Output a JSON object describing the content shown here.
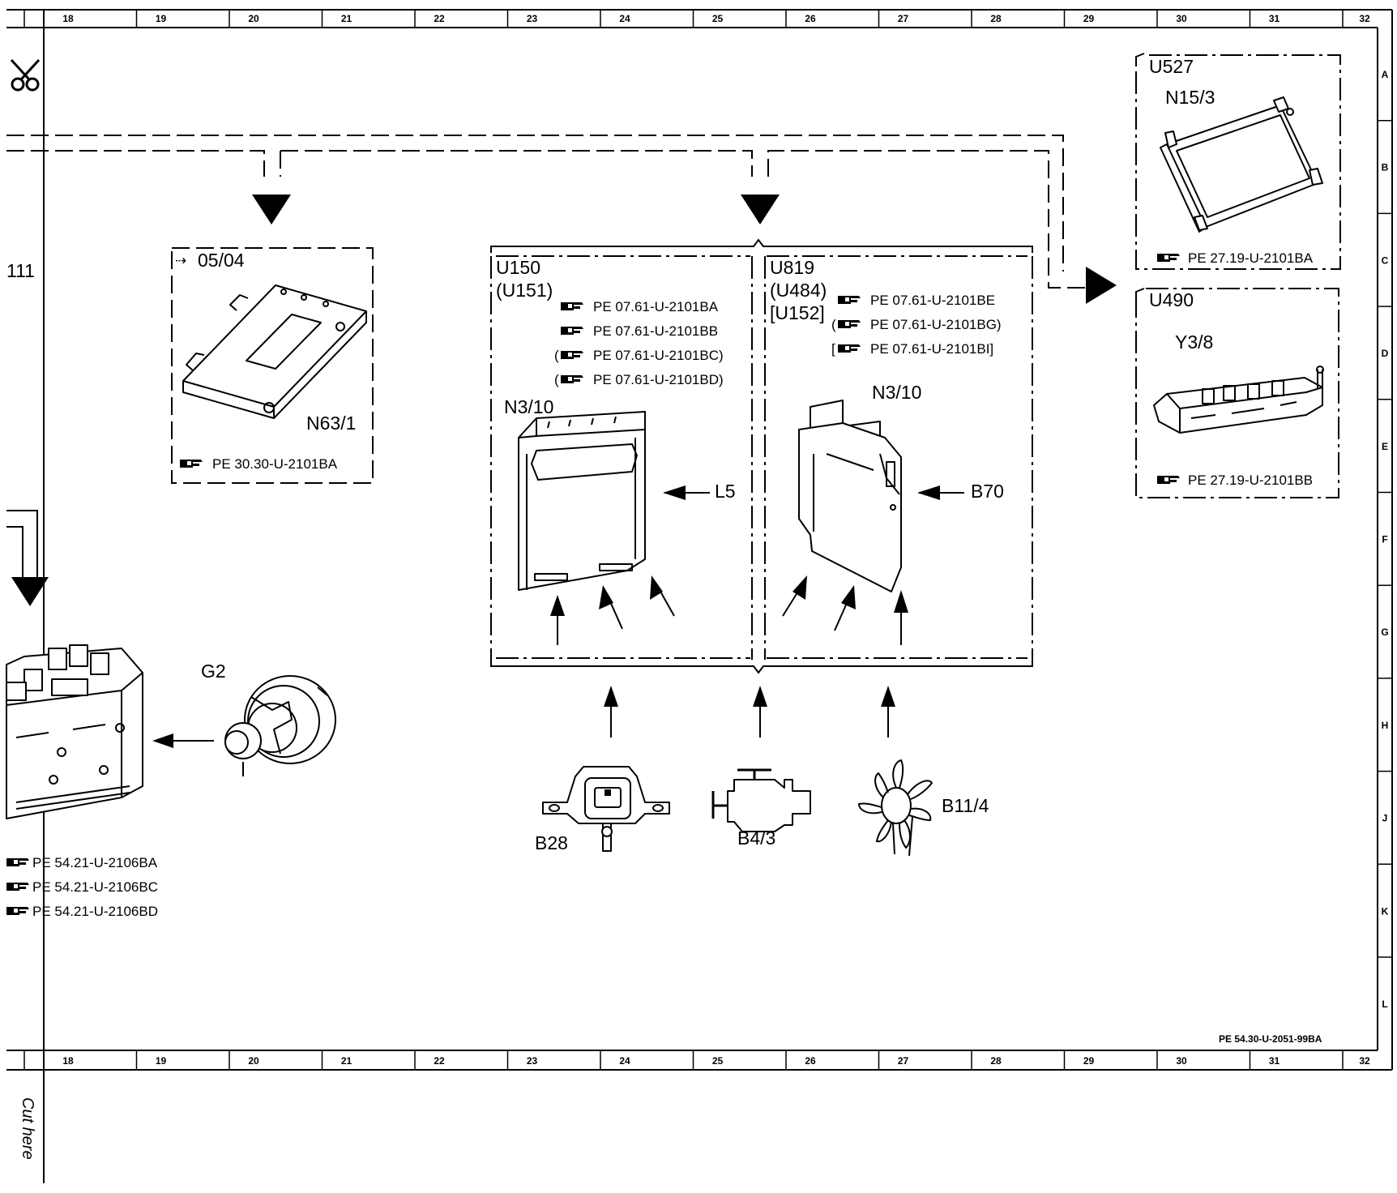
{
  "grid": {
    "columns": [
      "18",
      "19",
      "20",
      "21",
      "22",
      "23",
      "24",
      "25",
      "26",
      "27",
      "28",
      "29",
      "30",
      "31",
      "32"
    ],
    "rows": [
      "A",
      "B",
      "C",
      "D",
      "E",
      "F",
      "G",
      "H",
      "J",
      "K",
      "L"
    ]
  },
  "page_number_left": "111",
  "doc_ref": "PE 54.30-U-2051-99BA",
  "cut_here": "Cut here",
  "box_n63": {
    "date": "05/04",
    "component": "N63/1",
    "refs": [
      "PE 30.30-U-2101BA"
    ]
  },
  "box_u150": {
    "codes": [
      "U150",
      "(U151)"
    ],
    "refs": [
      "PE 07.61-U-2101BA",
      "PE 07.61-U-2101BB",
      "(",
      "PE 07.61-U-2101BC)",
      "(",
      "PE 07.61-U-2101BD)"
    ],
    "component": "N3/10",
    "input": "L5"
  },
  "box_u819": {
    "codes": [
      "U819",
      "(U484)",
      "[U152]"
    ],
    "refs": [
      "PE 07.61-U-2101BE",
      "(",
      "PE 07.61-U-2101BG)",
      "[",
      "PE 07.61-U-2101BI]"
    ],
    "component": "N3/10",
    "input": "B70"
  },
  "box_u527": {
    "code": "U527",
    "component": "N15/3",
    "ref": "PE 27.19-U-2101BA"
  },
  "box_u490": {
    "code": "U490",
    "component": "Y3/8",
    "ref": "PE 27.19-U-2101BB"
  },
  "sensors": {
    "b28": "B28",
    "b43": "B4/3",
    "b114": "B11/4"
  },
  "generator": "G2",
  "left_refs": [
    "PE 54.21-U-2106BA",
    "PE 54.21-U-2106BC",
    "PE 54.21-U-2106BD"
  ],
  "icons": [
    "scissors-icon",
    "reference-hand-icon",
    "arrow-down-icon",
    "arrow-right-icon",
    "check-engine-icon",
    "fan-icon",
    "alternator-icon"
  ]
}
